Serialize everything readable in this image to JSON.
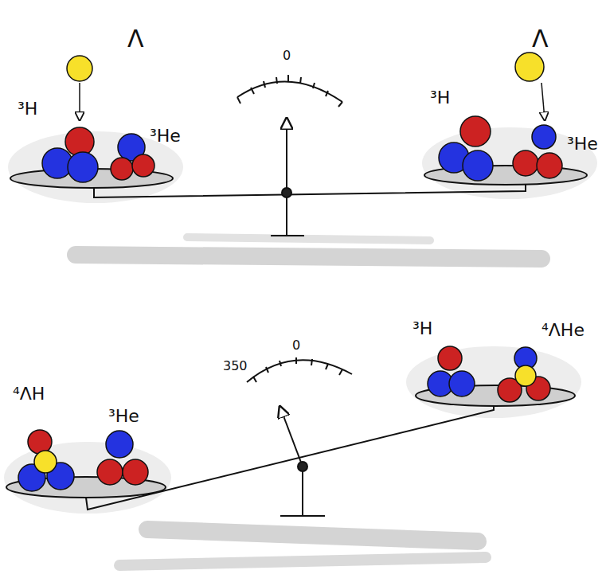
{
  "diagram": {
    "labels": [
      "Λ",
      "³H",
      "³He",
      "0",
      "Λ",
      "³H",
      "³He",
      "350",
      "0",
      "⁴ΛH",
      "³He",
      "³H",
      "⁴ΛHe"
    ]
  }
}
